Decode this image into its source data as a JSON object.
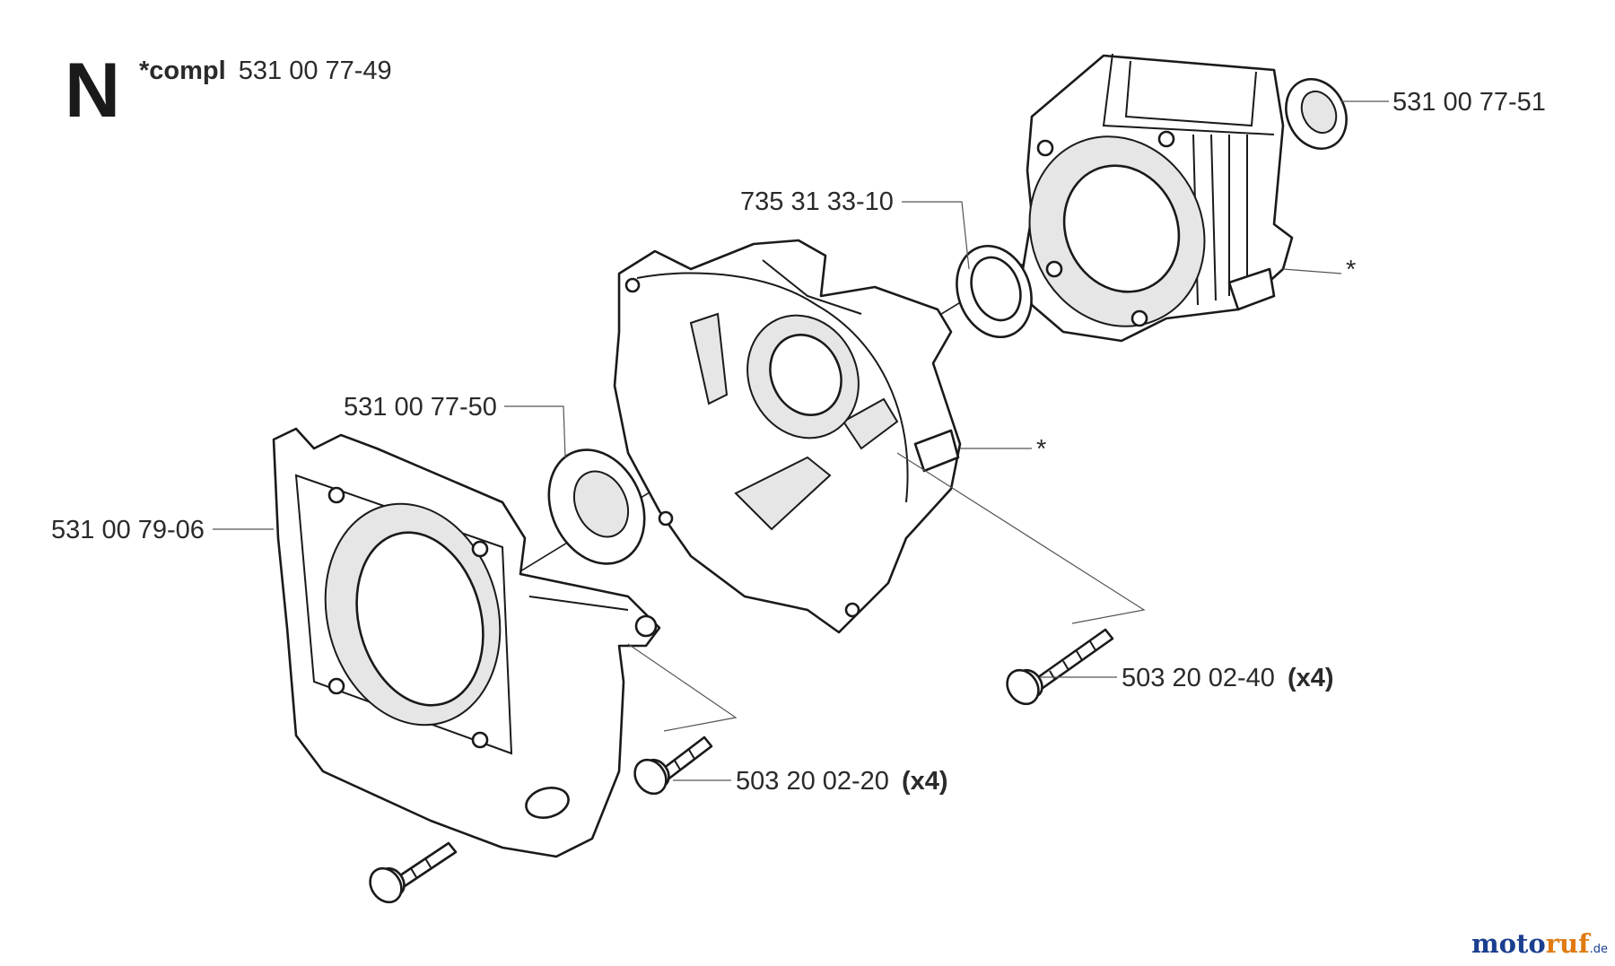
{
  "header": {
    "section_letter": "N",
    "compl_prefix": "*compl",
    "compl_number": "531 00 77-49"
  },
  "parts": [
    {
      "id": "seal-right",
      "number": "531 00 77-51",
      "qty": ""
    },
    {
      "id": "washer",
      "number": "735 31 33-10",
      "qty": ""
    },
    {
      "id": "seal-left",
      "number": "531 00 77-50",
      "qty": ""
    },
    {
      "id": "cover-left",
      "number": "531 00 79-06",
      "qty": ""
    },
    {
      "id": "screw-long",
      "number": "503 20 02-40",
      "qty": "(x4)"
    },
    {
      "id": "screw-short",
      "number": "503 20 02-20",
      "qty": "(x4)"
    }
  ],
  "compl_markers": {
    "cylinder": "*",
    "crankcase": "*"
  },
  "watermark": {
    "text_primary": "moto",
    "text_accent": "ruf",
    "suffix": ".de",
    "colors": {
      "primary": "#1b3f8f",
      "accent": "#e07a10"
    }
  }
}
